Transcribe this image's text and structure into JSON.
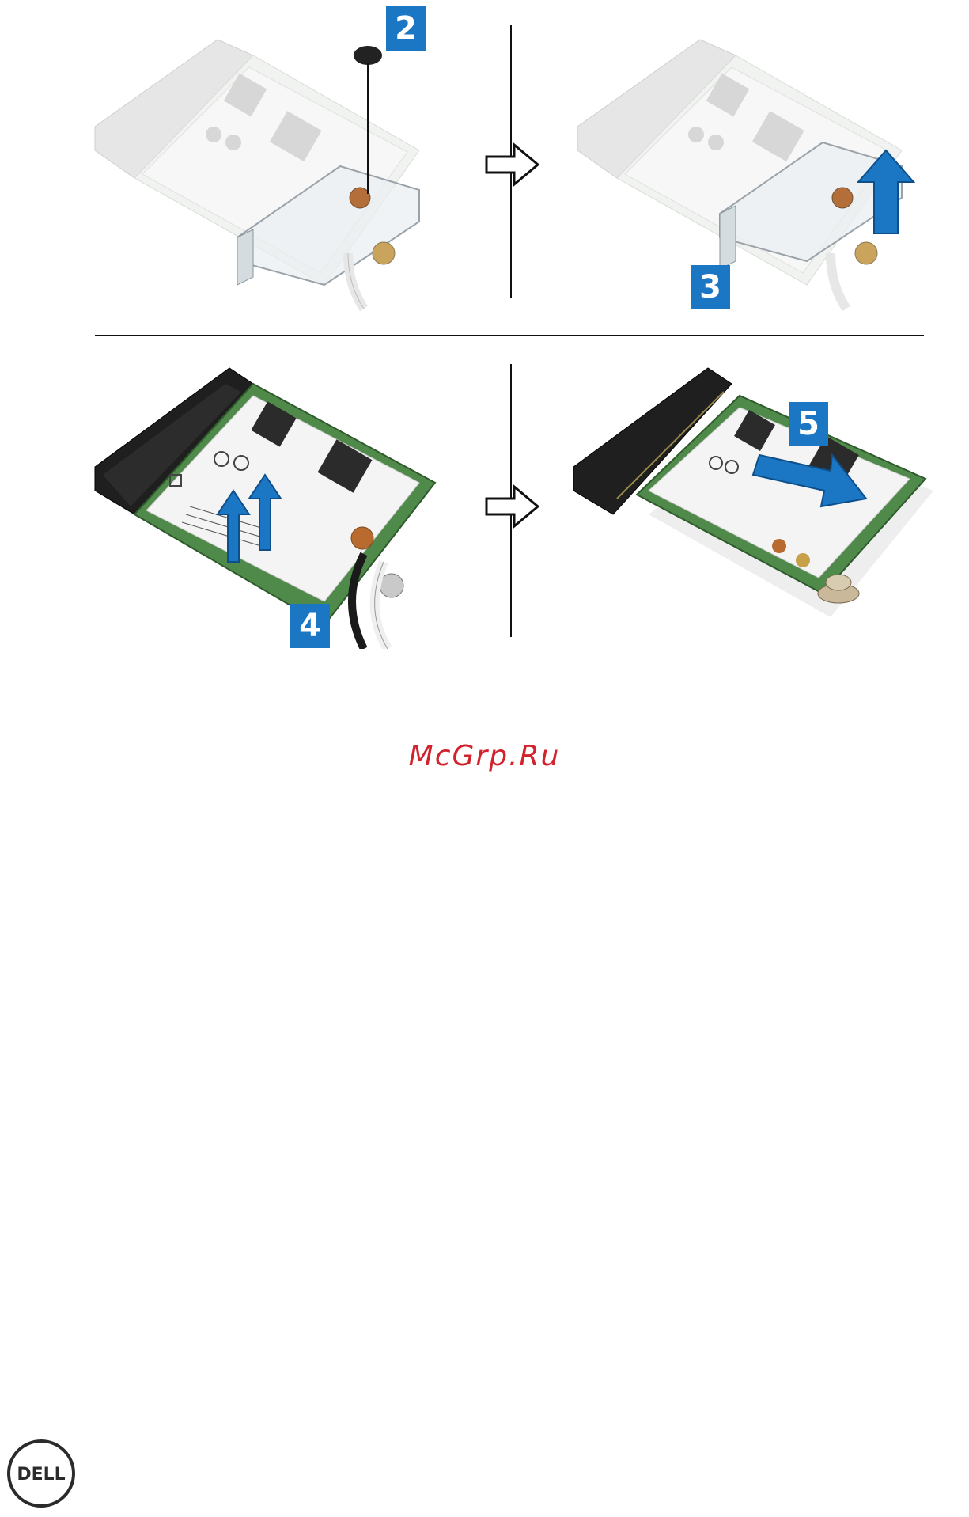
{
  "steps": [
    {
      "number": "2"
    },
    {
      "number": "3"
    },
    {
      "number": "4"
    },
    {
      "number": "5"
    }
  ],
  "watermark": "McGrp.Ru",
  "logo": {
    "text": "DELL"
  },
  "colors": {
    "badge": "#1b76c4",
    "arrow": "#1b76c4",
    "watermark": "#d0232d",
    "pcb": "#4f8a4b"
  }
}
